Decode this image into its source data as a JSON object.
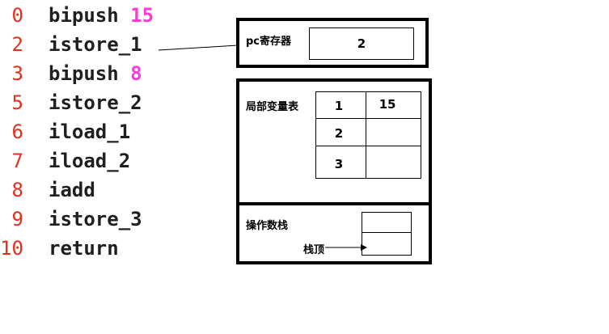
{
  "code": [
    {
      "num": "0",
      "op": "bipush",
      "arg": "15"
    },
    {
      "num": "2",
      "op": "istore_1",
      "arg": ""
    },
    {
      "num": "3",
      "op": "bipush",
      "arg": "8"
    },
    {
      "num": "5",
      "op": "istore_2",
      "arg": ""
    },
    {
      "num": "6",
      "op": "iload_1",
      "arg": ""
    },
    {
      "num": "7",
      "op": "iload_2",
      "arg": ""
    },
    {
      "num": "8",
      "op": "iadd",
      "arg": ""
    },
    {
      "num": "9",
      "op": "istore_3",
      "arg": ""
    },
    {
      "num": "10",
      "op": "return",
      "arg": ""
    }
  ],
  "pc_register": {
    "title": "pc寄存器",
    "value": "2"
  },
  "local_vars": {
    "title": "局部变量表",
    "rows": [
      {
        "index": "1",
        "value": "15"
      },
      {
        "index": "2",
        "value": ""
      },
      {
        "index": "3",
        "value": ""
      }
    ]
  },
  "operand_stack": {
    "title": "操作数栈",
    "top_label": "栈顶"
  },
  "colors": {
    "line_number": "#e0301e",
    "operand": "#ff3ad4",
    "instruction": "#1f1f1f"
  }
}
